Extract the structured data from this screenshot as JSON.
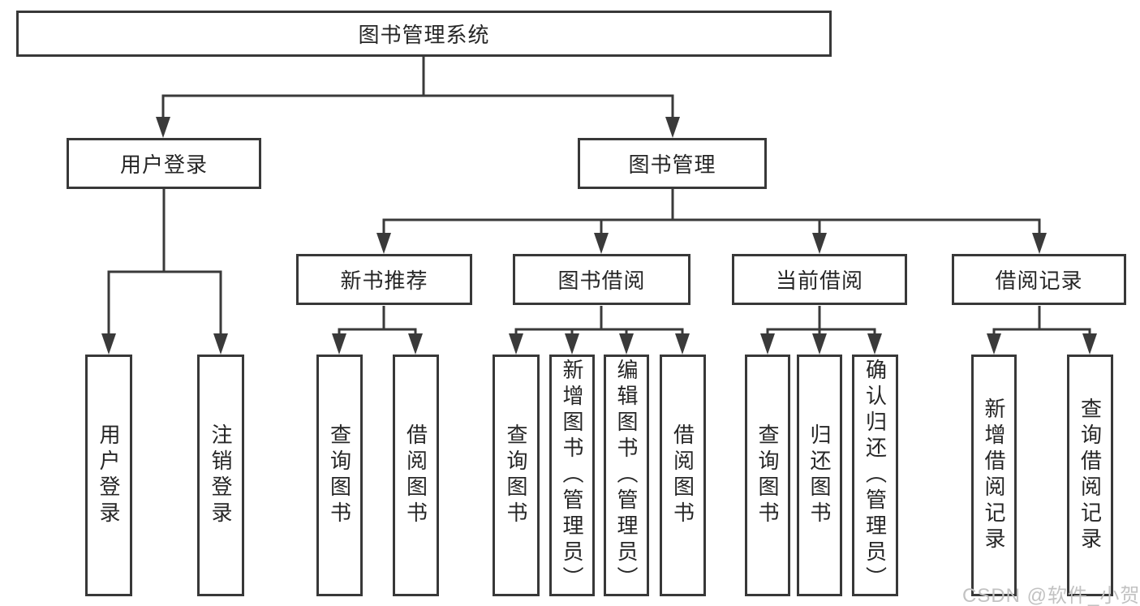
{
  "diagram": {
    "root": "图书管理系统",
    "branches": [
      {
        "label": "用户登录",
        "children": [
          "用户登录",
          "注销登录"
        ]
      },
      {
        "label": "图书管理",
        "groups": [
          {
            "label": "新书推荐",
            "children": [
              "查询图书",
              "借阅图书"
            ]
          },
          {
            "label": "图书借阅",
            "children": [
              "查询图书",
              "新增图书（管理员）",
              "编辑图书（管理员）",
              "借阅图书"
            ]
          },
          {
            "label": "当前借阅",
            "children": [
              "查询图书",
              "归还图书",
              "确认归还（管理员）"
            ]
          },
          {
            "label": "借阅记录",
            "children": [
              "新增借阅记录",
              "查询借阅记录"
            ]
          }
        ]
      }
    ]
  },
  "watermark": {
    "text": "CSDN @软件_小贺同学"
  },
  "colors": {
    "line": "#3a3a3a",
    "box_border": "#383838",
    "text": "#262626",
    "watermark": "#c2c2c2",
    "background": "#ffffff"
  }
}
